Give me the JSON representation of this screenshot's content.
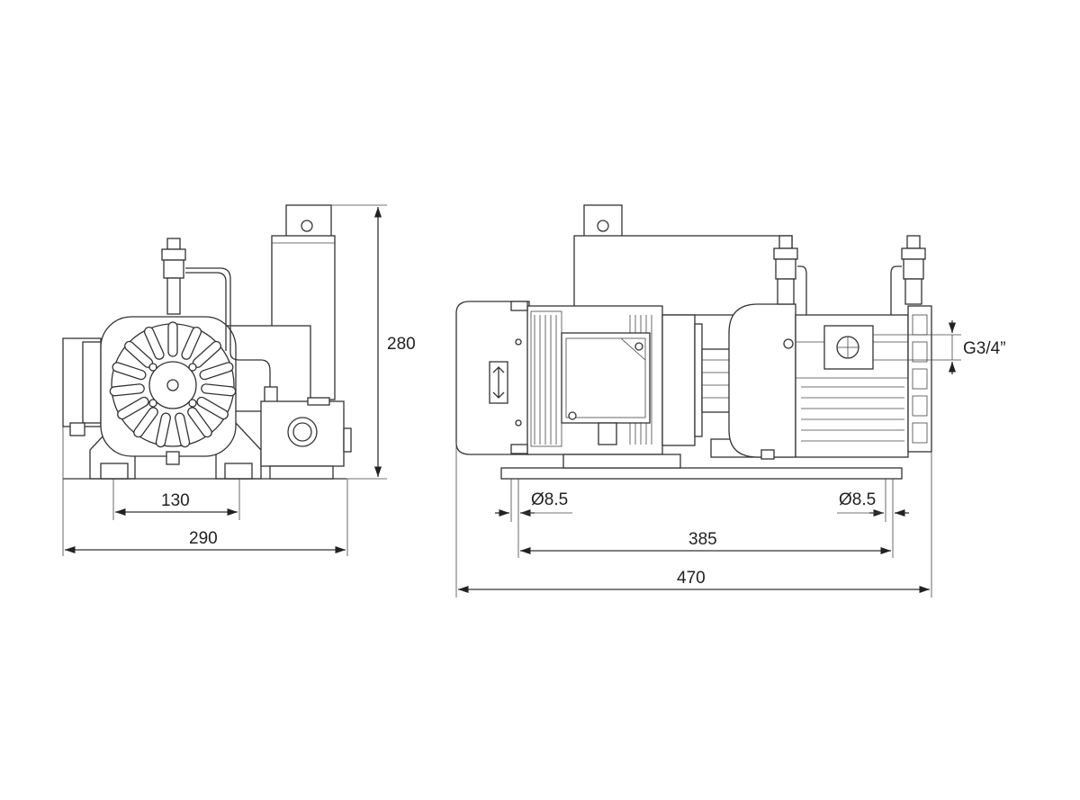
{
  "dimensions": {
    "front_view": {
      "height": "280",
      "foot_spacing": "130",
      "width": "290"
    },
    "side_view": {
      "hole_left": "Ø8.5",
      "hole_right": "Ø8.5",
      "hole_spacing": "385",
      "length": "470",
      "port": "G3/4”"
    }
  },
  "colors": {
    "line": "#333333",
    "background": "#ffffff"
  }
}
